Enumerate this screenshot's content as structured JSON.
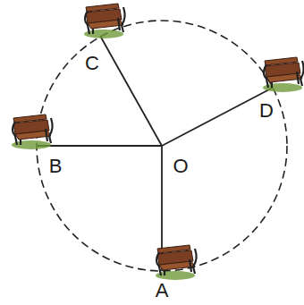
{
  "diagram": {
    "labels": [
      "C",
      "D",
      "B",
      "O",
      "A"
    ]
  }
}
